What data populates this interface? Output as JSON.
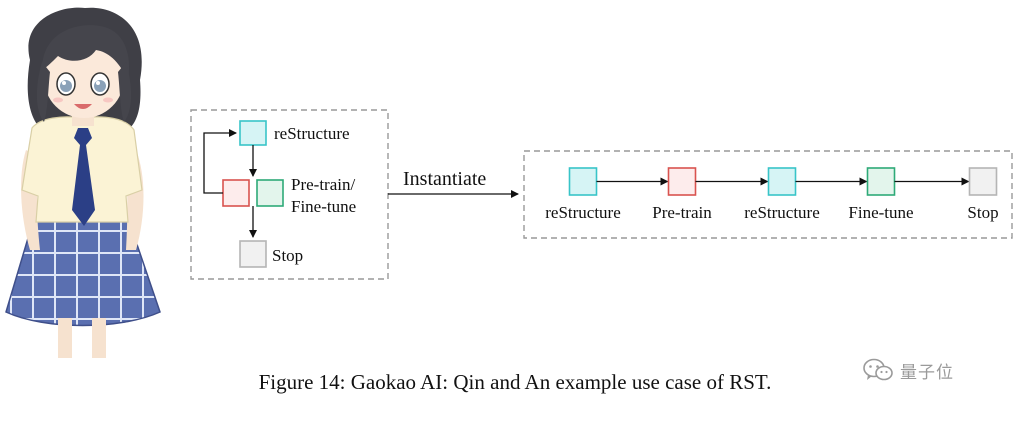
{
  "left_box": {
    "restructure_label": "reStructure",
    "pretrain_finetune_line1": "Pre-train/",
    "pretrain_finetune_line2": "Fine-tune",
    "stop_label": "Stop"
  },
  "arrow_label": "Instantiate",
  "right_box": {
    "steps": [
      {
        "label": "reStructure",
        "color": "#38c4c8",
        "fill": "#d6f4f5"
      },
      {
        "label": "Pre-train",
        "color": "#d9534f",
        "fill": "#fdecec"
      },
      {
        "label": "reStructure",
        "color": "#38c4c8",
        "fill": "#d6f4f5"
      },
      {
        "label": "Fine-tune",
        "color": "#2eaa78",
        "fill": "#e3f5ec"
      },
      {
        "label": "Stop",
        "color": "#b5b5b5",
        "fill": "#f1f1f1"
      }
    ]
  },
  "colors": {
    "restructure": "#38c4c8",
    "pretrain": "#d9534f",
    "finetune": "#2eaa78",
    "stop": "#b5b5b5",
    "dashed_border": "#999999"
  },
  "caption": "Figure 14: Gaokao AI: Qin and An example use case of RST.",
  "watermark": {
    "icon": "wechat-icon",
    "text": "量子位"
  },
  "character": {
    "icon": "anime-girl-illustration"
  }
}
